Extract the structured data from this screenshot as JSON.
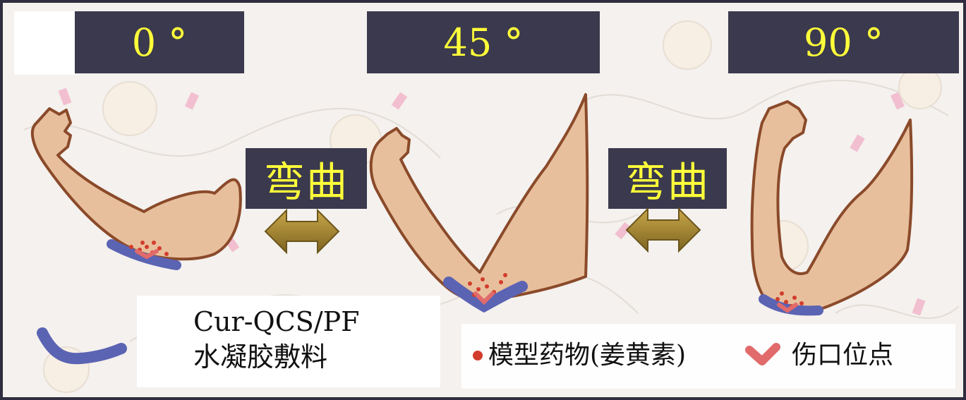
{
  "panels": [
    {
      "angle_label": "0 °"
    },
    {
      "angle_label": "45 °"
    },
    {
      "angle_label": "90 °"
    }
  ],
  "transitions": [
    {
      "label": "弯曲"
    },
    {
      "label": "弯曲"
    }
  ],
  "legend": {
    "dressing_line1": "Cur-QCS/PF",
    "dressing_line2": "水凝胶敷料",
    "drug_label": "模型药物(姜黄素)",
    "wound_label": "伤口位点"
  },
  "colors": {
    "arm": "#e8bf9c",
    "arm_outline": "#8a4a2a",
    "dressing": "#5b63b3",
    "drug_dot": "#d23c2c",
    "wound": "#e16a6a",
    "label_box": "#3a394d",
    "label_text": "#ffff3a",
    "arrow": "#a8862b"
  }
}
